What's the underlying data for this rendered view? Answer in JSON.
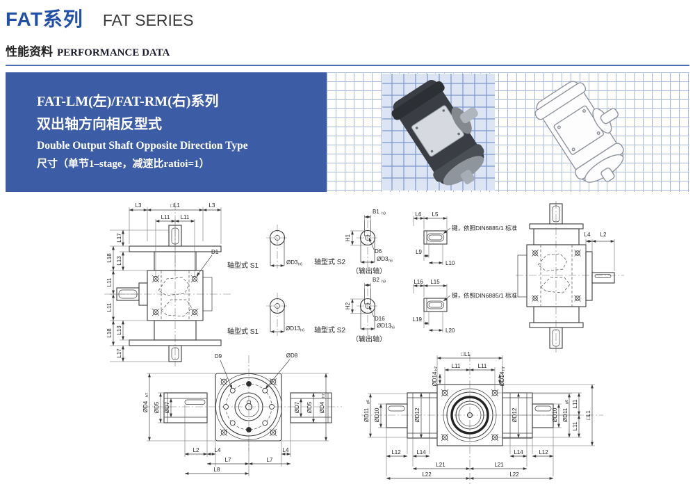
{
  "header": {
    "title_zh": "FAT系列",
    "title_en": "FAT SERIES"
  },
  "section": {
    "title_zh": "性能资料",
    "title_en": "PERFORMANCE DATA"
  },
  "banner": {
    "title_line1": "FAT-LM(左)/FAT-RM(右)系列",
    "title_line2": "双出轴方向相反型式",
    "title_line3": "Double Output Shaft Opposite Direction Type",
    "title_line4": "尺寸（单节1–stage，减速比ratioi=1）"
  },
  "colors": {
    "accent_blue": "#2250a8",
    "banner_blue": "#3c5ca6",
    "rule_blue": "#4e6fb5"
  },
  "drawings": {
    "front_view": {
      "l3_left": "L3",
      "l1": "□L1",
      "l3_right": "L3",
      "l11_left": "L11",
      "l11_right": "L11",
      "l17_top": "L17",
      "l18_top": "L18",
      "l13_top": "L13",
      "l11_mid_top": "L11",
      "l11_mid_bot": "L11",
      "l13_bot": "L13",
      "l18_bot": "L18",
      "l17_bot": "L17",
      "d1": "D1"
    },
    "shaft_s1_top": {
      "label": "轴型式 S1",
      "dia": "ØD3",
      "tol": "h6"
    },
    "shaft_s1_bot": {
      "label": "轴型式 S1",
      "dia": "ØD13",
      "tol": "h6"
    },
    "shaft_s2_top": {
      "label": "轴型式 S2",
      "note": "（输出轴）",
      "b": "B1",
      "b_tol": "h9",
      "h": "H1",
      "d": "D6",
      "dia": "ØD3",
      "tol": "h6"
    },
    "shaft_s2_bot": {
      "label": "轴型式 S2",
      "note": "（输出轴）",
      "b": "B2",
      "b_tol": "h9",
      "h": "H2",
      "d": "D16",
      "dia": "ØD13",
      "tol": "h6"
    },
    "key_top": {
      "l6": "L6",
      "l5": "L5",
      "note": "键，依照DIN6885/1 标准",
      "l9": "L9",
      "l10": "L10"
    },
    "key_bot": {
      "l16": "L16",
      "l15": "L15",
      "note": "键，依照DIN6885/1 标准",
      "l19": "L19",
      "l20": "L20"
    },
    "side_view": {
      "l4": "L4",
      "l2": "L2"
    },
    "flange_view": {
      "d9": "D9",
      "d8": "ØD8",
      "d4": "ØD4",
      "d4_tol": "h7",
      "d5": "ØD5",
      "d7": "ØD7",
      "l2": "L2",
      "l4": "L4",
      "l7": "L7",
      "l8": "L8"
    },
    "assembly_view": {
      "l1": "□L1",
      "l11": "L11",
      "d14": "ØD14",
      "d14_tol": "h7",
      "d11": "ØD11",
      "d11_tol": "g6",
      "d10": "ØD10",
      "d12": "ØD12",
      "l12": "L12",
      "l14": "L14",
      "l21": "L21",
      "l22": "L22"
    }
  }
}
